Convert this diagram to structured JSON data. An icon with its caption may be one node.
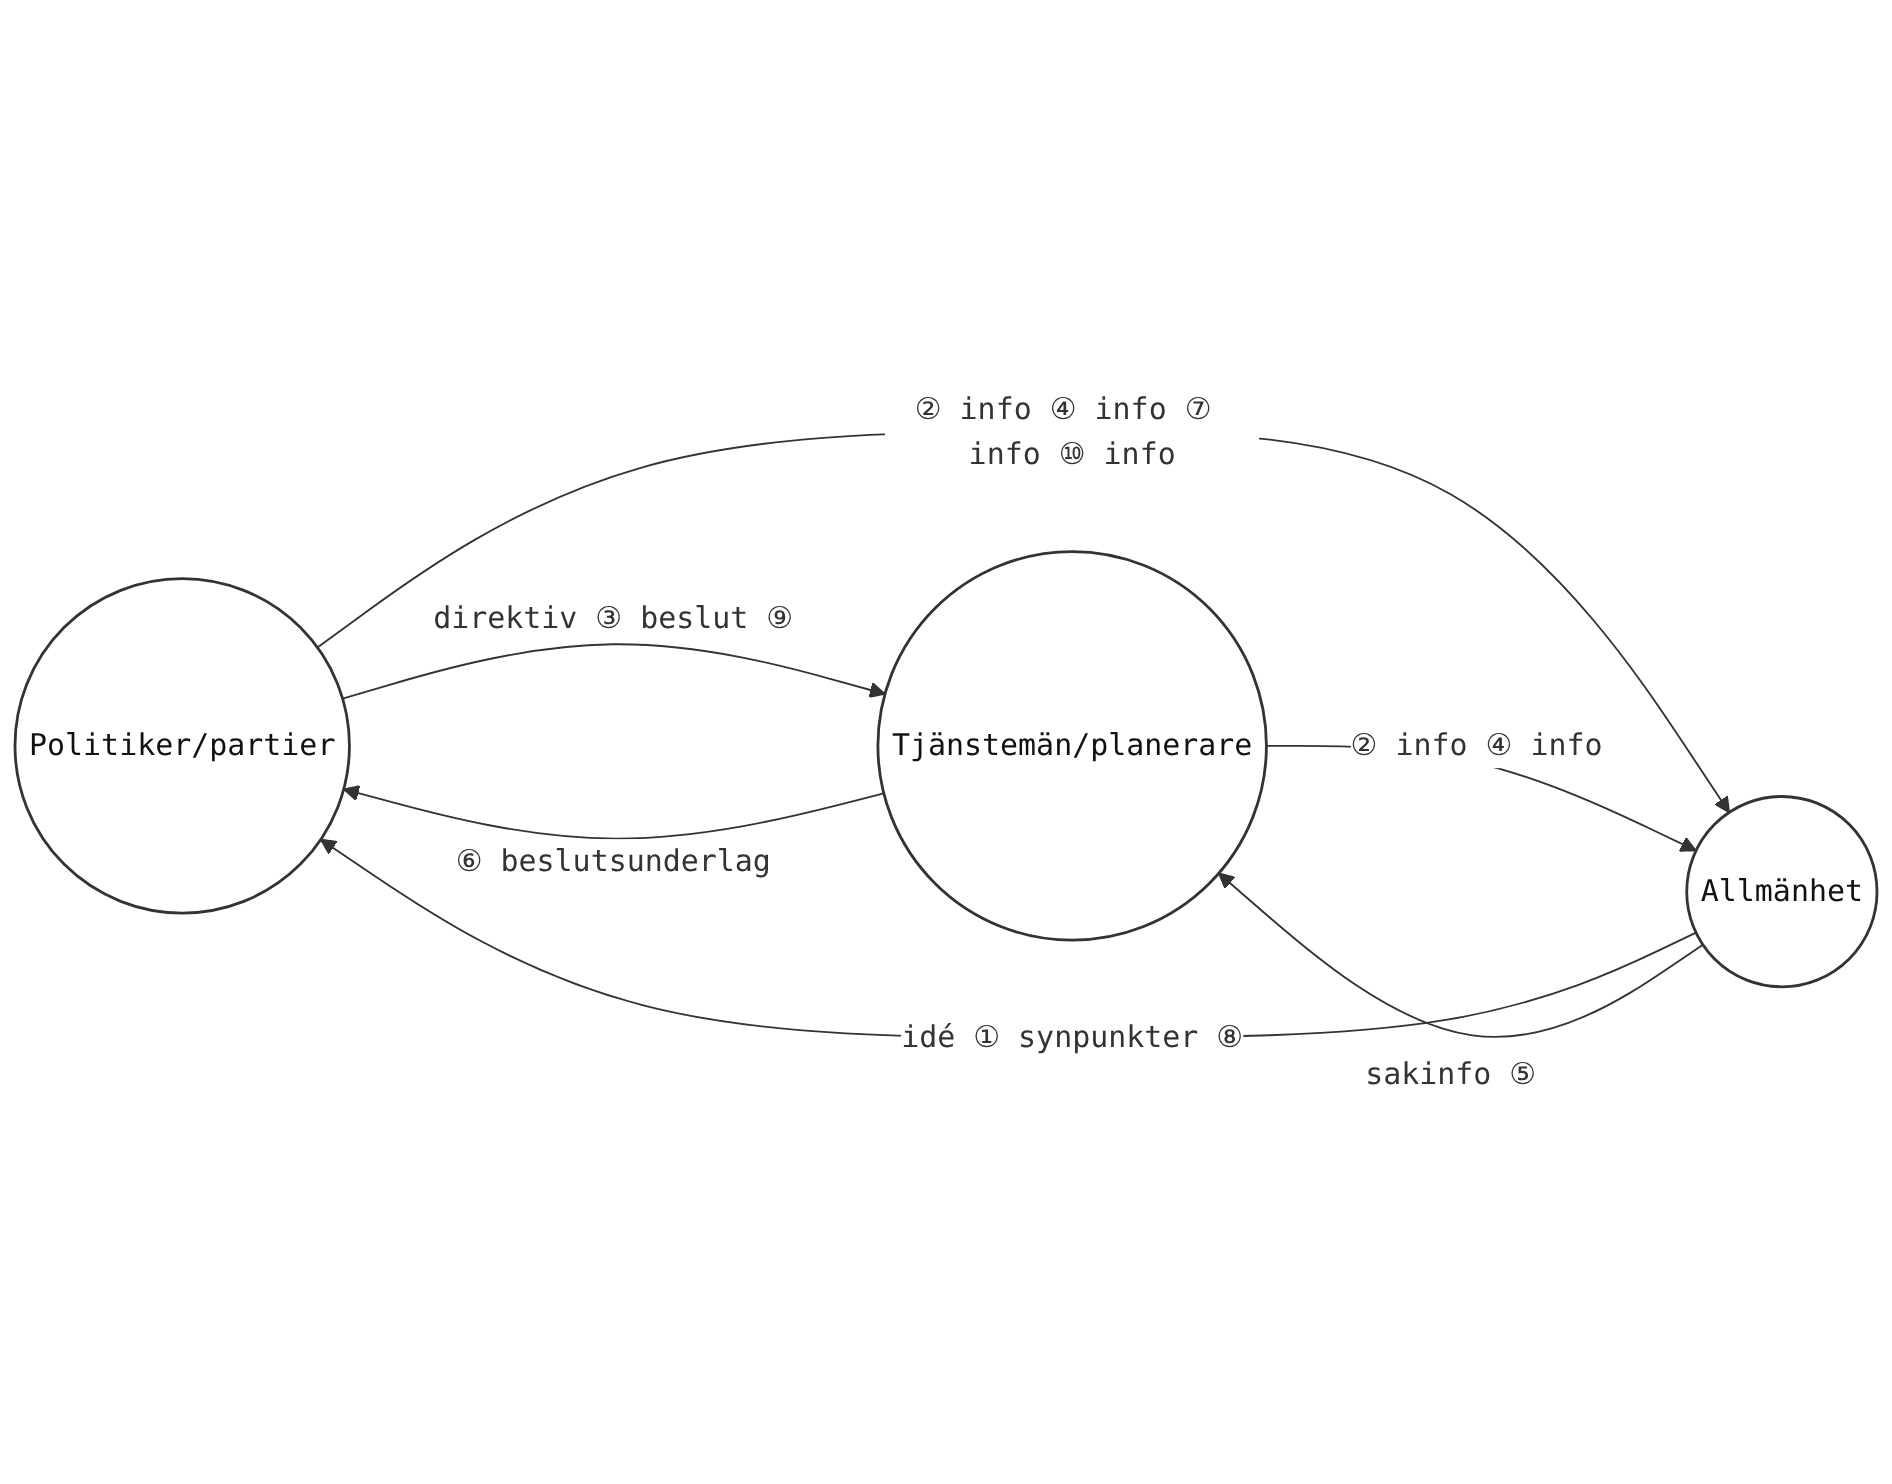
{
  "diagram": {
    "nodes": [
      {
        "text": [
          "Politiker/partier"
        ]
      },
      {
        "text": [
          "Tjänstemän/planerare"
        ]
      },
      {
        "text": [
          "Allmänhet"
        ]
      }
    ],
    "edges": [
      {
        "from": 0,
        "to": 1,
        "arrow": "to",
        "label": "direktiv ③ beslut ⑨"
      },
      {
        "from": 1,
        "to": 0,
        "arrow": "to",
        "label": "⑥ beslutsunderlag"
      },
      {
        "from": 2,
        "to": 0,
        "arrow": "to",
        "label": "idé ① synpunkter ⑧"
      },
      {
        "from": 0,
        "to": 2,
        "arrow": "to",
        "label": "② info ④ info ⑦ info ⑩ info"
      },
      {
        "from": 2,
        "to": 1,
        "arrow": "to",
        "label": "sakinfo ⑤"
      },
      {
        "from": 1,
        "to": 2,
        "arrow": "to",
        "label": "② info ④ info"
      }
    ]
  }
}
